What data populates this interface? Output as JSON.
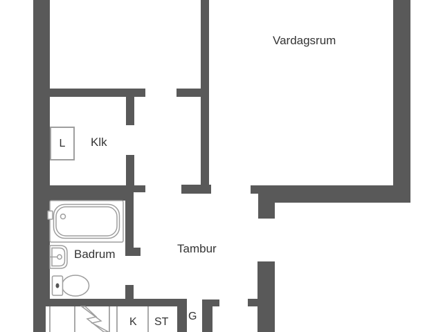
{
  "floor_plan": {
    "labels": {
      "vardagsrum": "Vardagsrum",
      "klk": "Klk",
      "l": "L",
      "badrum": "Badrum",
      "tambur": "Tambur",
      "k": "K",
      "st": "ST",
      "g": "G"
    },
    "fixtures": {
      "bathtub": "bathtub-symbol",
      "sink": "sink-symbol",
      "toilet": "toilet-symbol",
      "zigzag": "zigzag-break-symbol"
    },
    "colors": {
      "wall": "#595959",
      "background": "#ffffff",
      "fixture_outline": "#9e9e9e",
      "partition_line": "#a8a8a8",
      "text": "#333333"
    }
  }
}
